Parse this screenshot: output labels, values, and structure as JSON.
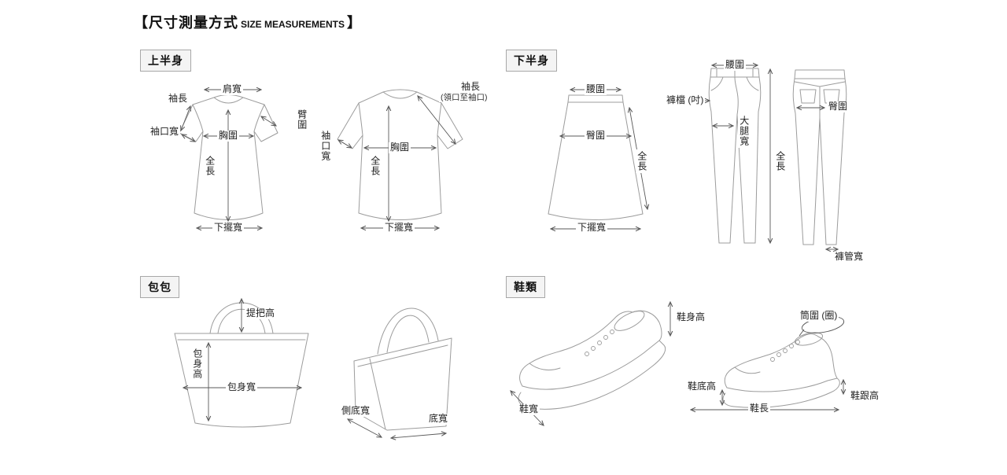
{
  "title": {
    "prefix": "【尺寸測量方式",
    "en": "SIZE MEASUREMENTS",
    "suffix": "】"
  },
  "sections": {
    "upper_body": "上半身",
    "lower_body": "下半身",
    "bags": "包包",
    "shoes": "鞋類"
  },
  "measurements": {
    "shirt1": {
      "shoulder_width": "肩寬",
      "sleeve_length": "袖長",
      "arm_circumference": "臂圍",
      "cuff_width": "袖口寬",
      "chest": "胸圍",
      "total_length": "全長",
      "hem_width": "下擺寬"
    },
    "shirt2": {
      "sleeve_length": "袖長",
      "sleeve_note": "(領口至袖口)",
      "cuff_width": "袖口寬",
      "chest": "胸圍",
      "total_length": "全長",
      "hem_width": "下擺寬"
    },
    "skirt": {
      "waist": "腰圍",
      "hip": "臀圍",
      "total_length": "全長",
      "hem_width": "下擺寬"
    },
    "pants_front": {
      "waist": "腰圍",
      "crotch": "褲檔 (吋)",
      "thigh_width": "大腿寬",
      "total_length": "全長"
    },
    "pants_back": {
      "hip": "臀圍",
      "leg_opening_width": "褲管寬"
    },
    "bag1": {
      "handle_height": "提把高",
      "body_height": "包身高",
      "body_width": "包身寬"
    },
    "bag2": {
      "side_bottom_width": "側底寬",
      "bottom_width": "底寬"
    },
    "shoe1": {
      "body_height": "鞋身高",
      "shoe_width": "鞋寬"
    },
    "shoe2": {
      "shaft_circumference": "筒圍 (圈)",
      "sole_height": "鞋底高",
      "heel_height": "鞋跟高",
      "shoe_length": "鞋長"
    }
  }
}
